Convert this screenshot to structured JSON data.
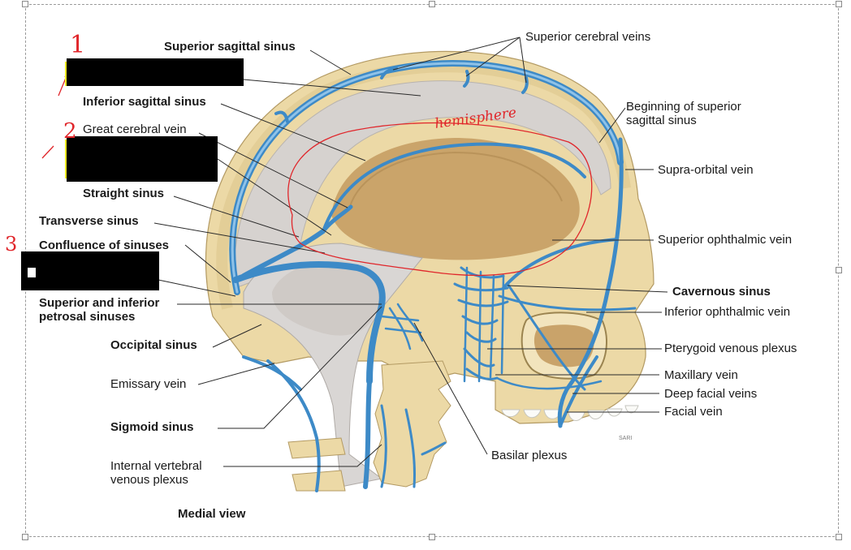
{
  "labels": {
    "superior_sagittal_sinus": "Superior sagittal sinus",
    "superior_cerebral_veins": "Superior cerebral veins",
    "inferior_sagittal_sinus": "Inferior sagittal sinus",
    "great_cerebral_vein": "Great cerebral vein",
    "beginning_superior_sagittal_line1": "Beginning of superior",
    "beginning_superior_sagittal_line2": "sagittal sinus",
    "supra_orbital_vein": "Supra-orbital vein",
    "straight_sinus": "Straight sinus",
    "transverse_sinus": "Transverse sinus",
    "superior_ophthalmic_vein": "Superior ophthalmic vein",
    "confluence_of_sinuses": "Confluence of sinuses",
    "cavernous_sinus": "Cavernous sinus",
    "petrosal_sinuses_line1": "Superior and inferior",
    "petrosal_sinuses_line2": "petrosal sinuses",
    "inferior_ophthalmic_vein": "Inferior ophthalmic vein",
    "occipital_sinus": "Occipital sinus",
    "pterygoid_venous_plexus": "Pterygoid venous plexus",
    "emissary_vein": "Emissary vein",
    "maxillary_vein": "Maxillary vein",
    "deep_facial_veins": "Deep facial veins",
    "facial_vein": "Facial vein",
    "sigmoid_sinus": "Sigmoid sinus",
    "basilar_plexus": "Basilar plexus",
    "internal_vertebral_line1": "Internal vertebral",
    "internal_vertebral_line2": "venous plexus",
    "medial_view": "Medial view"
  },
  "annotations": {
    "num1": "1",
    "num2": "2",
    "num3": "3",
    "hemisphere": "hemisphere"
  },
  "colors": {
    "vein_blue": "#3d8ac7",
    "bone": "#ecd9a6",
    "brain_cavity": "#caa46a",
    "dura": "#d6d2cf",
    "annotation_red": "#e0262b",
    "highlight_yellow": "#f7ee22"
  }
}
